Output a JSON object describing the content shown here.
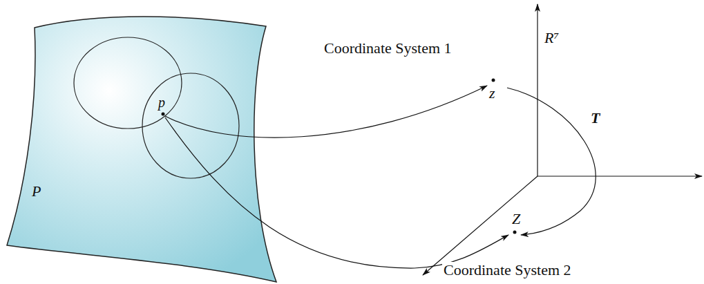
{
  "diagram": {
    "labels": [
      "Coordinate System 1",
      "Coordinate System 2",
      "P",
      "p",
      "z",
      "Z",
      "T",
      "R⁷"
    ]
  }
}
